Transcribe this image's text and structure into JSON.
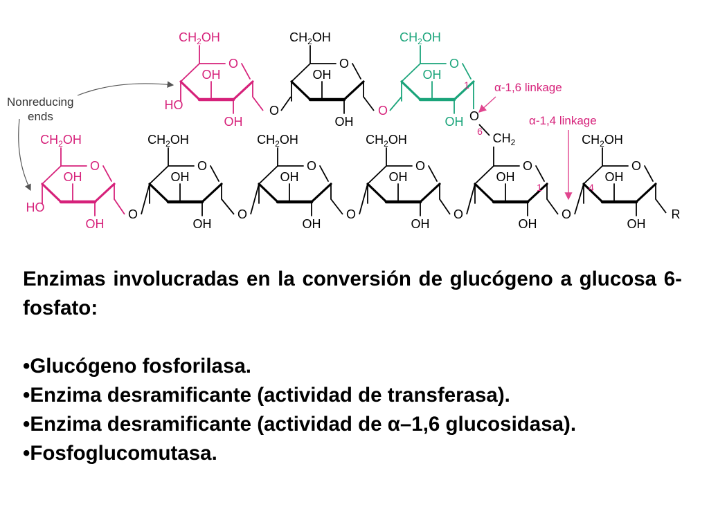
{
  "diagram": {
    "callouts": {
      "nonreducing_line1": "Nonreducing",
      "nonreducing_line2": "ends",
      "alpha16": "α-1,6 linkage",
      "alpha14": "α-1,4 linkage"
    },
    "group_labels": {
      "ch2oh": "CH₂OH",
      "ch2": "CH₂",
      "oh": "OH",
      "ho": "HO",
      "ring_o": "O",
      "bridge_o": "O",
      "r": "R"
    },
    "position_numbers": [
      "1",
      "6",
      "1",
      "4"
    ],
    "colors": {
      "nonreducing_end": "#d6217a",
      "branch_residue": "#1aa47a",
      "arrow": "#e0458e",
      "chain": "#000000",
      "callout_arrow": "#555555"
    }
  },
  "content": {
    "heading": "Enzimas involucradas en la conversión de glucógeno a glucosa 6-fosfato:",
    "enzymes": [
      "Glucógeno fosforilasa.",
      "Enzima desramificante (actividad de transferasa).",
      "Enzima desramificante (actividad de α–1,6 glucosidasa).",
      "Fosfoglucomutasa."
    ]
  }
}
